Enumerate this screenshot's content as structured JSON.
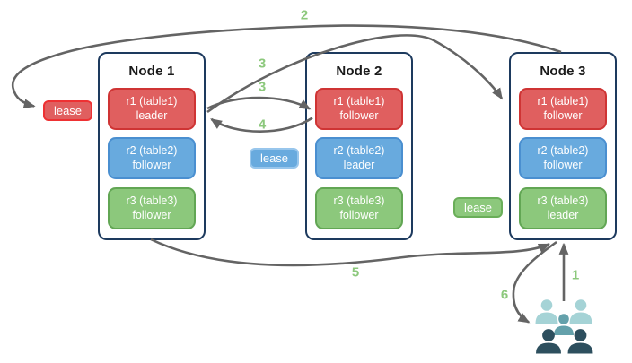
{
  "nodes": [
    {
      "title": "Node 1",
      "replicas": [
        {
          "name": "r1 (table1)",
          "role": "leader"
        },
        {
          "name": "r2 (table2)",
          "role": "follower"
        },
        {
          "name": "r3 (table3)",
          "role": "follower"
        }
      ]
    },
    {
      "title": "Node 2",
      "replicas": [
        {
          "name": "r1 (table1)",
          "role": "follower"
        },
        {
          "name": "r2 (table2)",
          "role": "leader"
        },
        {
          "name": "r3 (table3)",
          "role": "follower"
        }
      ]
    },
    {
      "title": "Node 3",
      "replicas": [
        {
          "name": "r1 (table1)",
          "role": "follower"
        },
        {
          "name": "r2 (table2)",
          "role": "follower"
        },
        {
          "name": "r3 (table3)",
          "role": "leader"
        }
      ]
    }
  ],
  "leases": {
    "r1": "lease",
    "r2": "lease",
    "r3": "lease"
  },
  "arrows": {
    "a1": "1",
    "a2": "2",
    "a3a": "3",
    "a3b": "3",
    "a4": "4",
    "a5": "5",
    "a6": "6"
  },
  "icons": {
    "users": "users-group-icon"
  },
  "colors": {
    "range_red_fill": "#e05f5f",
    "range_red_border": "#cf3434",
    "range_blue_fill": "#68aade",
    "range_blue_border": "#4a8fd0",
    "range_green_fill": "#8cc87c",
    "range_green_border": "#62a654",
    "lease_red_border": "#ee3133",
    "lease_blue_border": "#98c6ec",
    "lease_green_border": "#6aae59",
    "node_border": "#1d3a5e",
    "arrow": "#646464",
    "number_label": "#8cc87c",
    "users_light": "#a5d3d6",
    "users_medium": "#64a1ab",
    "users_dark": "#2d4f5e"
  }
}
